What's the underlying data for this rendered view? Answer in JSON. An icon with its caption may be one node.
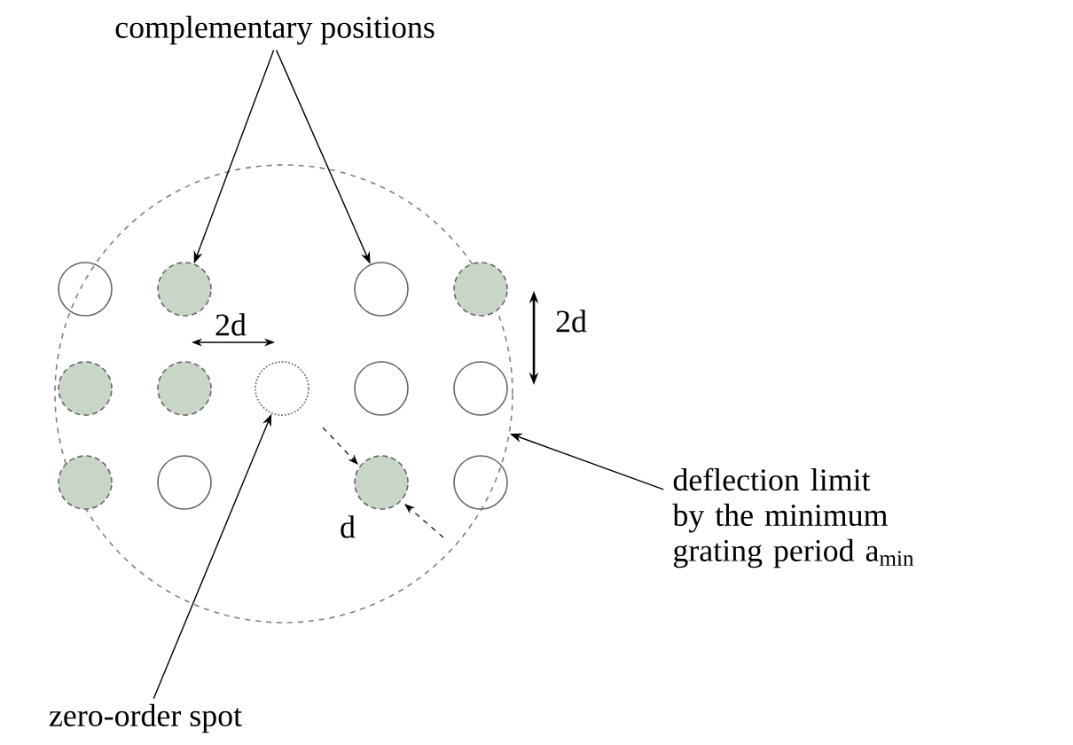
{
  "diagram": {
    "nodes": [
      {
        "text": [
          "complementary positions"
        ]
      },
      {
        "text": [],
        "shape": "circle"
      },
      {
        "text": [],
        "shape": "circle",
        "in": 1
      },
      {
        "text": [],
        "shape": "circle",
        "in": 1
      },
      {
        "text": [],
        "shape": "circle",
        "in": 1
      },
      {
        "text": [],
        "shape": "circle",
        "in": 1
      },
      {
        "text": [],
        "shape": "circle",
        "in": 1
      },
      {
        "text": [],
        "shape": "circle",
        "in": 1
      },
      {
        "text": [],
        "shape": "circle",
        "in": 1
      },
      {
        "text": [],
        "shape": "circle",
        "in": 1
      },
      {
        "text": [],
        "shape": "circle",
        "in": 1
      },
      {
        "text": [],
        "shape": "circle",
        "in": 1
      },
      {
        "text": [],
        "shape": "circle",
        "in": 1
      },
      {
        "text": [],
        "shape": "circle",
        "in": 1
      },
      {
        "text": [],
        "shape": "circle",
        "in": 1
      },
      {
        "text": [
          "deflection limit by the minimum grating period a$_{min}$"
        ]
      },
      {
        "text": [
          "zero-order spot"
        ]
      }
    ],
    "edges": [
      {
        "from": 0,
        "to": 3,
        "arrow": "to"
      },
      {
        "from": 0,
        "to": 4,
        "arrow": "to"
      },
      {
        "from": 15,
        "to": 1,
        "arrow": "to"
      },
      {
        "from": 16,
        "to": 8,
        "arrow": "to"
      }
    ],
    "labels": [
      "2d",
      "2d",
      "d"
    ]
  }
}
